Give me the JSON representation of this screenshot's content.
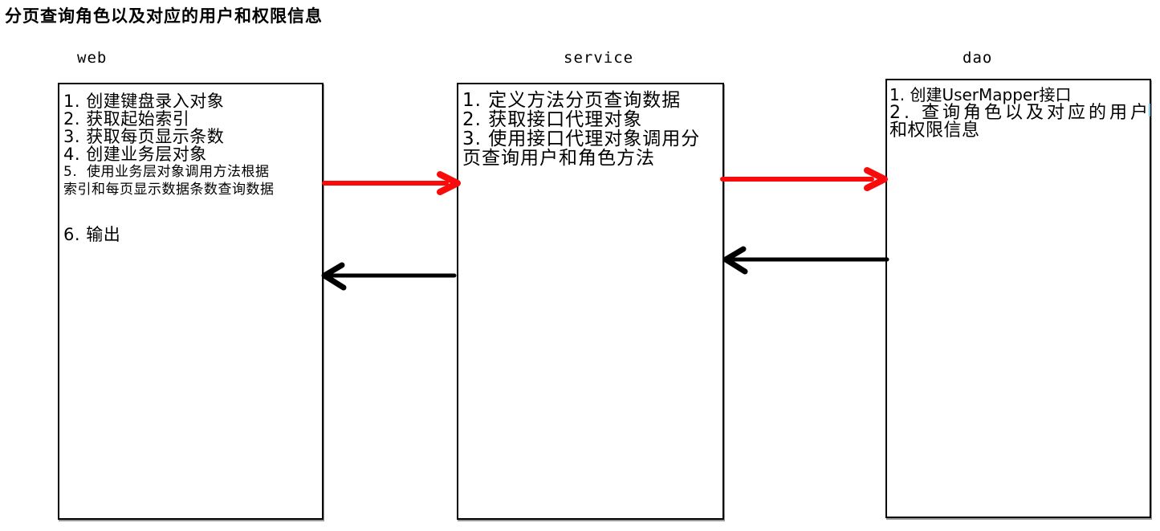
{
  "title": "分页查询角色以及对应的用户和权限信息",
  "colors": {
    "arrow_red": "#f90b0b",
    "arrow_black": "#000000",
    "box_border": "#000000",
    "text": "#000000",
    "cursor_blue": "#6ec6f0"
  },
  "lanes": [
    {
      "id": "web",
      "label": "web",
      "lines": [
        {
          "text": "1. 创建键盘录入对象",
          "size": "large"
        },
        {
          "text": "2. 获取起始索引",
          "size": "large"
        },
        {
          "text": "3. 获取每页显示条数",
          "size": "large"
        },
        {
          "text": "4. 创建业务层对象",
          "size": "large"
        },
        {
          "text": "5.  使用业务层对象调用方法根据",
          "size": "small"
        },
        {
          "text": "索引和每页显示数据条数查询数据",
          "size": "small"
        },
        {
          "text": "6. 输出",
          "size": "large"
        }
      ]
    },
    {
      "id": "service",
      "label": "service",
      "lines": [
        {
          "text": "1. 定义方法分页查询数据",
          "size": "large"
        },
        {
          "text": "2. 获取接口代理对象",
          "size": "large"
        },
        {
          "text": "3. 使用接口代理对象调用分",
          "size": "large"
        },
        {
          "text": "页查询用户和角色方法",
          "size": "large"
        }
      ]
    },
    {
      "id": "dao",
      "label": "dao",
      "lines": [
        {
          "text": "1. 创建UserMapper接口",
          "size": "medium"
        },
        {
          "text": "2. 查询角色以及对应的用户",
          "size": "large"
        },
        {
          "text": "和权限信息",
          "size": "large"
        }
      ]
    }
  ],
  "arrows": [
    {
      "name": "web-to-service",
      "from": "web",
      "to": "service",
      "direction": "right",
      "color": "#f90b0b"
    },
    {
      "name": "service-to-dao",
      "from": "service",
      "to": "dao",
      "direction": "right",
      "color": "#f90b0b"
    },
    {
      "name": "service-to-web",
      "from": "service",
      "to": "web",
      "direction": "left",
      "color": "#000000"
    },
    {
      "name": "dao-to-service",
      "from": "dao",
      "to": "service",
      "direction": "left",
      "color": "#000000"
    }
  ]
}
